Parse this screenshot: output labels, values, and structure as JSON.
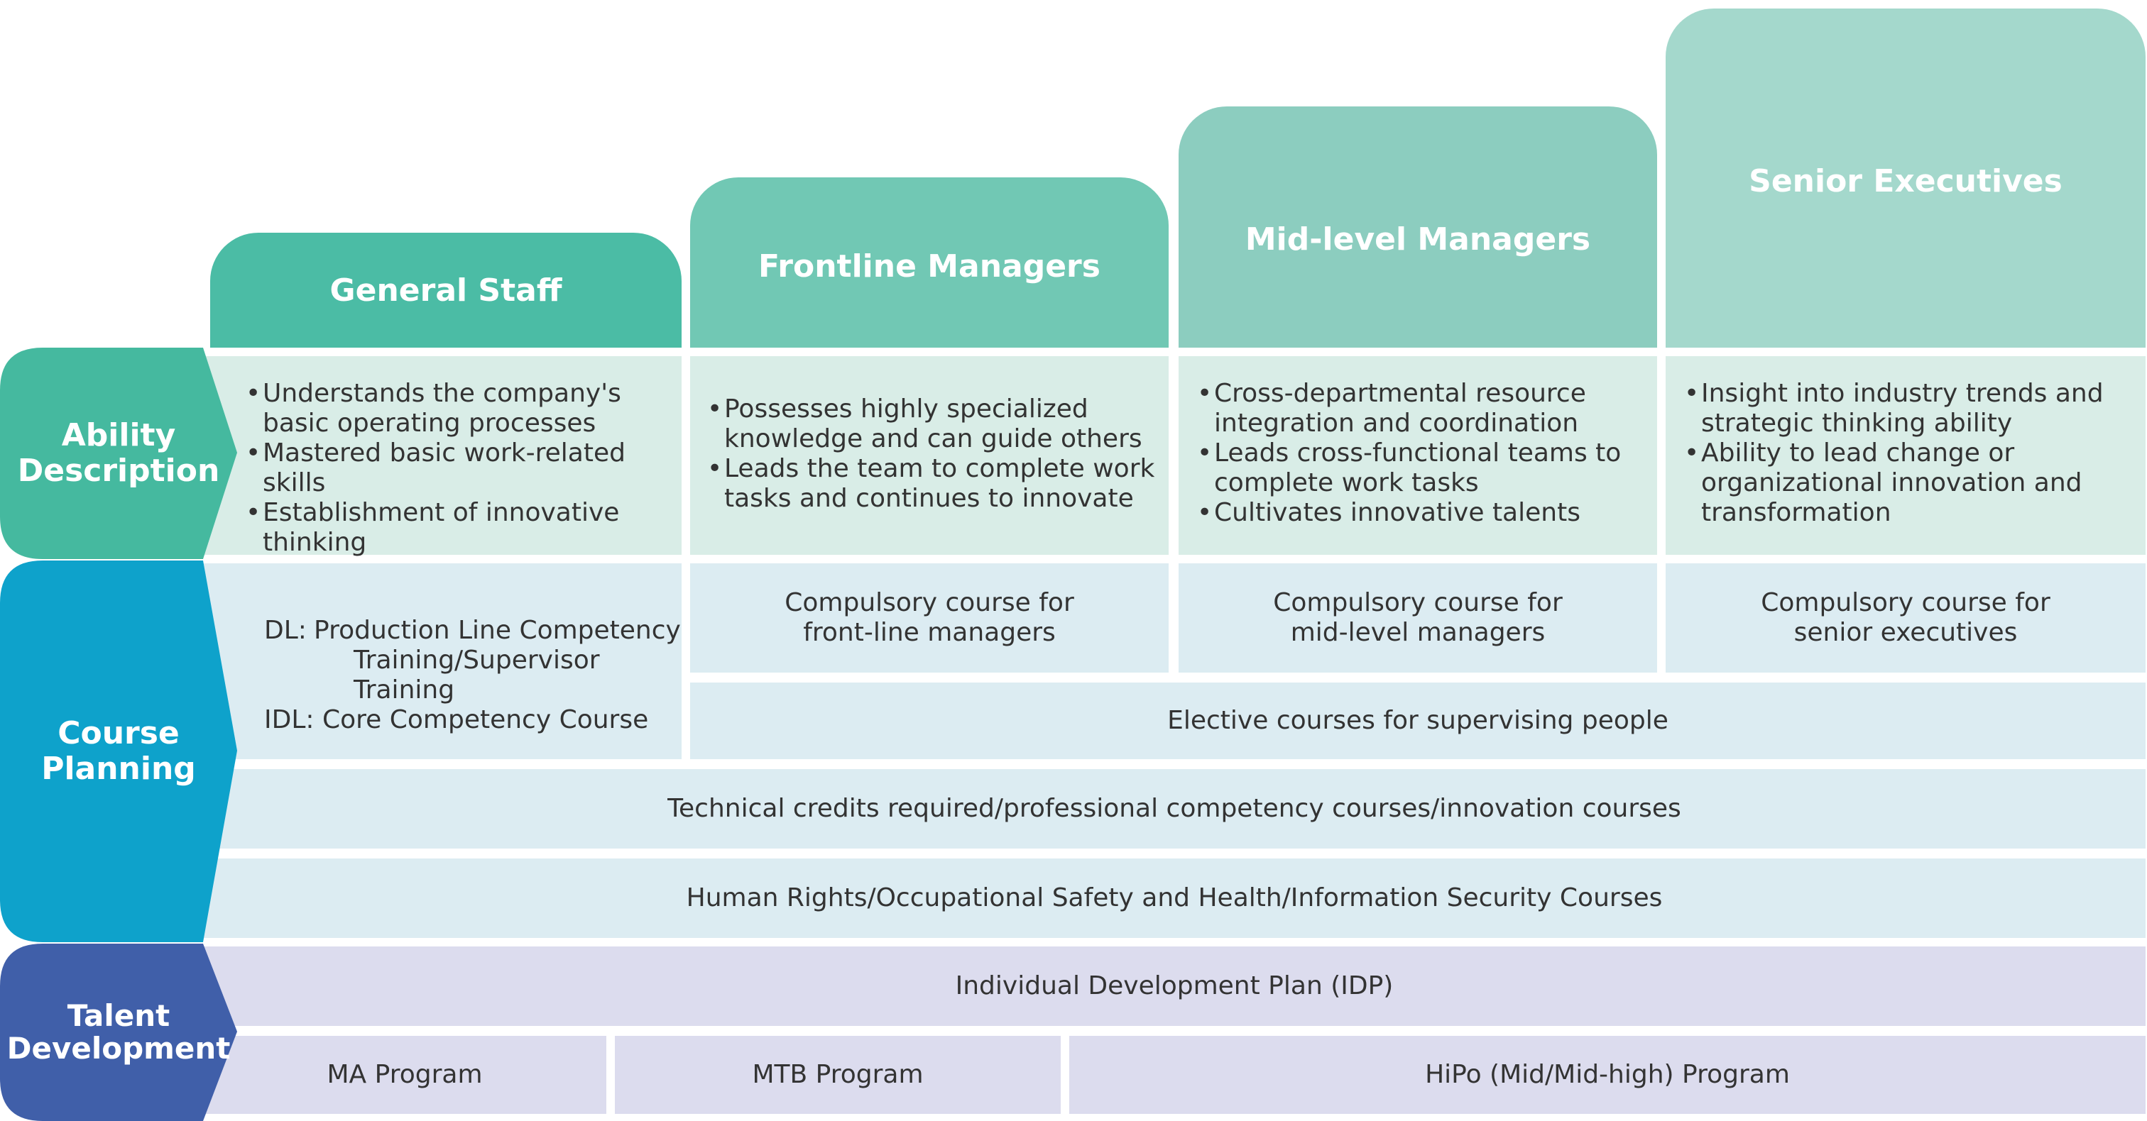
{
  "levels": [
    {
      "title": "General Staff",
      "color": "#4bbca5"
    },
    {
      "title": "Frontline Managers",
      "color": "#71c8b4"
    },
    {
      "title": "Mid-level Managers",
      "color": "#8ccdbf"
    },
    {
      "title": "Senior Executives",
      "color": "#a4d8cc"
    }
  ],
  "rows": {
    "ability": {
      "label_line1": "Ability",
      "label_line2": "Description",
      "color": "#45b99f"
    },
    "course": {
      "label_line1": "Course",
      "label_line2": "Planning",
      "color": "#0ea2cb"
    },
    "talent": {
      "label_line1": "Talent",
      "label_line2": "Development",
      "color": "#405fa9"
    }
  },
  "ability": {
    "general_staff": [
      "Understands the company's basic operating processes",
      "Mastered basic work-related skills",
      "Establishment of innovative thinking"
    ],
    "frontline": [
      "Possesses highly specialized knowledge and can guide others",
      "Leads the team to complete work tasks and continues to innovate"
    ],
    "mid_level": [
      "Cross-departmental resource integration and coordination",
      "Leads cross-functional teams to complete work tasks",
      "Cultivates innovative talents"
    ],
    "senior": [
      "Insight into industry trends and strategic thinking ability",
      "Ability to lead change or organizational innovation and transformation"
    ]
  },
  "course": {
    "general_staff": {
      "dl_key": "DL:",
      "dl_line1": "Production Line Competency",
      "dl_line2": "Training/Supervisor Training",
      "idl": "IDL: Core Competency Course"
    },
    "frontline_compulsory_line1": "Compulsory course for",
    "frontline_compulsory_line2": "front-line managers",
    "mid_compulsory_line1": "Compulsory course for",
    "mid_compulsory_line2": "mid-level managers",
    "senior_compulsory_line1": "Compulsory course for",
    "senior_compulsory_line2": "senior executives",
    "elective": "Elective courses for supervising people",
    "technical": "Technical credits required/professional competency courses/innovation courses",
    "human_rights": "Human Rights/Occupational Safety and Health/Information Security Courses"
  },
  "talent": {
    "idp": "Individual Development Plan (IDP)",
    "ma": "MA Program",
    "mtb": "MTB Program",
    "hipo": "HiPo (Mid/Mid-high) Program"
  }
}
